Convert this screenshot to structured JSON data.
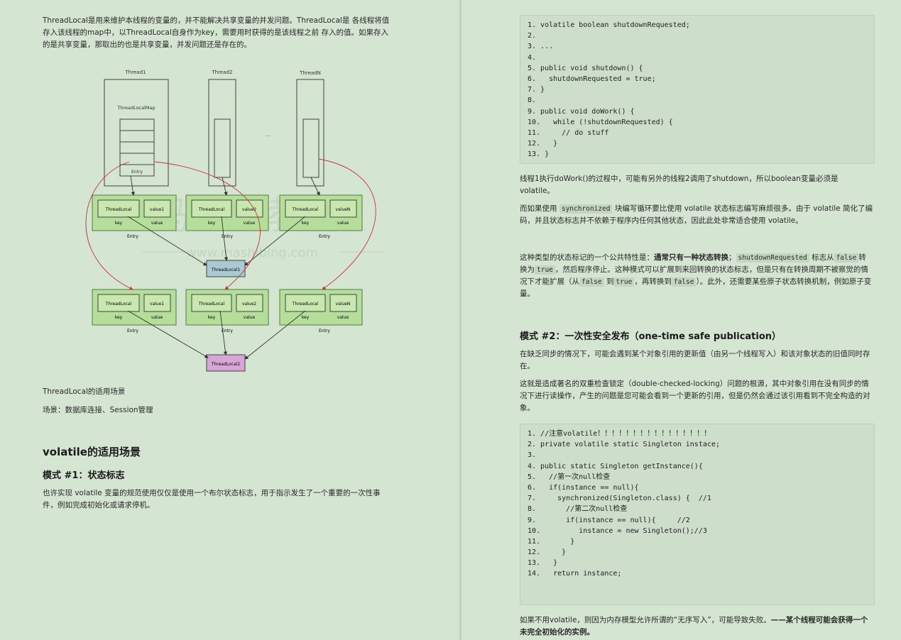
{
  "left": {
    "intro": "ThreadLocal是用来维护本线程的变量的，并不能解决共享变量的并发问题。ThreadLocal是 各线程将值存入该线程的map中，以ThreadLocal自身作为key，需要用时获得的是该线程之前 存入的值。如果存入的是共享变量，那取出的也是共享变量，并发问题还是存在的。",
    "diagram": {
      "thread1": "Thread1",
      "thread2": "Thread2",
      "threadN": "ThreadN",
      "map_label": "ThreadLocalMap",
      "entry": "Entry",
      "dots": "...",
      "threadlocal": "ThreadLocal",
      "value1": "value1",
      "value2": "value2",
      "valueN": "valueN",
      "key": "key",
      "value": "value",
      "tl1": "ThreadLocal1",
      "tl2": "ThreadLocal2",
      "watermark_cn": "马士兵教育",
      "watermark_url": "www.mashibing.com"
    },
    "scenario_title": "ThreadLocal的适用场景",
    "scenario_text": "场景：数据库连接、Session管理",
    "volatile_heading": "volatile的适用场景",
    "pattern1_heading": "模式 #1：状态标志",
    "pattern1_text": "也许实现 volatile 变量的规范使用仅仅是使用一个布尔状态标志，用于指示发生了一个重要的一次性事件，例如完成初始化或请求停机。"
  },
  "right": {
    "code1": [
      "1. volatile boolean shutdownRequested;",
      "2.",
      "3. ...",
      "4.",
      "5. public void shutdown() {",
      "6.   shutdownRequested = true;",
      "7. }",
      "8.",
      "9. public void doWork() {",
      "10.   while (!shutdownRequested) {",
      "11.     // do stuff",
      "12.   }",
      "13. }"
    ],
    "para1": "线程1执行doWork()的过程中，可能有另外的线程2调用了shutdown，所以boolean变量必须是volatile。",
    "para2_a": "而如果使用 ",
    "para2_code": "synchronized",
    "para2_b": " 块编写循环要比使用 volatile 状态标志编写麻烦很多。由于 volatile 简化了编码，并且状态标志并不依赖于程序内任何其他状态，因此此处非常适合使用 volatile。",
    "para3_a": "这种类型的状态标记的一个公共特性是：",
    "para3_bold": "通常只有一种状态转换",
    "para3_b": "；",
    "para3_code1": "shutdownRequested",
    "para3_c": " 标志从",
    "para3_code2": "false",
    "para3_d": "转换为",
    "para3_code3": "true",
    "para3_e": "，然后程序停止。这种模式可以扩展到来回转换的状态标志，但是只有在转换周期不被察觉的情况下才能扩展（从",
    "para3_code4": "false",
    "para3_f": " 到",
    "para3_code5": "true",
    "para3_g": "，再转换到",
    "para3_code6": "false",
    "para3_h": "）。此外，还需要某些原子状态转换机制，例如原子变量。",
    "pattern2_heading": "模式 #2：一次性安全发布（one-time safe publication）",
    "para4": "在缺乏同步的情况下，可能会遇到某个对象引用的更新值（由另一个线程写入）和该对象状态的旧值同时存在。",
    "para5": "这就是造成著名的双重检查锁定（double-checked-locking）问题的根源，其中对象引用在没有同步的情况下进行读操作，产生的问题是您可能会看到一个更新的引用，但是仍然会通过该引用看到不完全构造的对象。",
    "code2": [
      "1. //注意volatile！！！！！！！！！！！！！！！！",
      "2. private volatile static Singleton instace;",
      "3.",
      "4. public static Singleton getInstance(){",
      "5.   //第一次null检查",
      "6.   if(instance == null){",
      "7.     synchronized(Singleton.class) {  //1",
      "8.       //第二次null检查",
      "9.       if(instance == null){     //2",
      "10.         instance = new Singleton();//3",
      "11.       }",
      "12.     }",
      "13.   }",
      "14.   return instance;"
    ],
    "para6_a": "如果不用volatile，则因为内存模型允许所谓的“无序写入”，可能导致失败。",
    "para6_bold": "——某个线程可能会获得一个未完全初始化的实例。"
  }
}
